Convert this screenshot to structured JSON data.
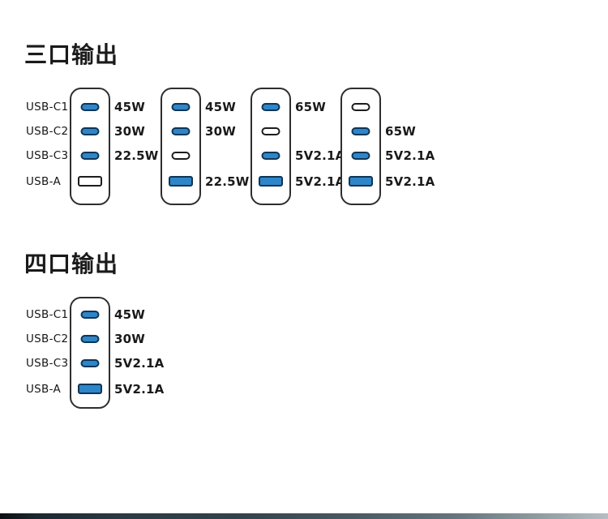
{
  "colors": {
    "background": "#ffffff",
    "text": "#1a1a1a",
    "charger_border": "#2e2e2e",
    "port_active_fill": "#2e86c9",
    "port_active_border": "#0f3556",
    "port_inactive_fill": "#ffffff",
    "port_inactive_border": "#1d1d1d",
    "bottom_bar_left": "#0a0f14",
    "bottom_bar_right": "#b5bec2"
  },
  "sections": [
    {
      "title": "三口输出",
      "port_labels": [
        "USB-C1",
        "USB-C2",
        "USB-C3",
        "USB-A"
      ],
      "chargers": [
        {
          "ports": [
            {
              "type": "USB-C",
              "active": true,
              "label": "45W"
            },
            {
              "type": "USB-C",
              "active": true,
              "label": "30W"
            },
            {
              "type": "USB-C",
              "active": true,
              "label": "22.5W"
            },
            {
              "type": "USB-A",
              "active": false
            }
          ]
        },
        {
          "ports": [
            {
              "type": "USB-C",
              "active": true,
              "label": "45W"
            },
            {
              "type": "USB-C",
              "active": true,
              "label": "30W"
            },
            {
              "type": "USB-C",
              "active": false
            },
            {
              "type": "USB-A",
              "active": true,
              "label": "22.5W"
            }
          ]
        },
        {
          "ports": [
            {
              "type": "USB-C",
              "active": true,
              "label": "65W"
            },
            {
              "type": "USB-C",
              "active": false
            },
            {
              "type": "USB-C",
              "active": true,
              "label": "5V2.1A"
            },
            {
              "type": "USB-A",
              "active": true,
              "label": "5V2.1A"
            }
          ]
        },
        {
          "ports": [
            {
              "type": "USB-C",
              "active": false
            },
            {
              "type": "USB-C",
              "active": true,
              "label": "65W"
            },
            {
              "type": "USB-C",
              "active": true,
              "label": "5V2.1A"
            },
            {
              "type": "USB-A",
              "active": true,
              "label": "5V2.1A"
            }
          ]
        }
      ]
    },
    {
      "title": "四口输出",
      "port_labels": [
        "USB-C1",
        "USB-C2",
        "USB-C3",
        "USB-A"
      ],
      "chargers": [
        {
          "ports": [
            {
              "type": "USB-C",
              "active": true,
              "label": "45W"
            },
            {
              "type": "USB-C",
              "active": true,
              "label": "30W"
            },
            {
              "type": "USB-C",
              "active": true,
              "label": "5V2.1A"
            },
            {
              "type": "USB-A",
              "active": true,
              "label": "5V2.1A"
            }
          ]
        }
      ]
    }
  ]
}
